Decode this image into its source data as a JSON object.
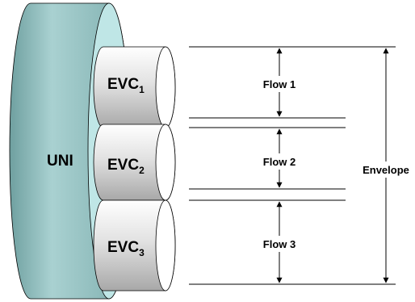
{
  "diagram": {
    "uni_label": "UNI",
    "evcs": [
      {
        "base": "EVC",
        "subscript": "1"
      },
      {
        "base": "EVC",
        "subscript": "2"
      },
      {
        "base": "EVC",
        "subscript": "3"
      }
    ],
    "flows": [
      {
        "label": "Flow 1"
      },
      {
        "label": "Flow 2"
      },
      {
        "label": "Flow 3"
      }
    ],
    "envelope_label": "Envelope",
    "colors": {
      "uni_fill": "#8fbcbc",
      "uni_face": "#bfe6e6",
      "evc_fill": "#e7e7e7",
      "evc_face": "#ffffff",
      "stroke": "#000000"
    }
  }
}
